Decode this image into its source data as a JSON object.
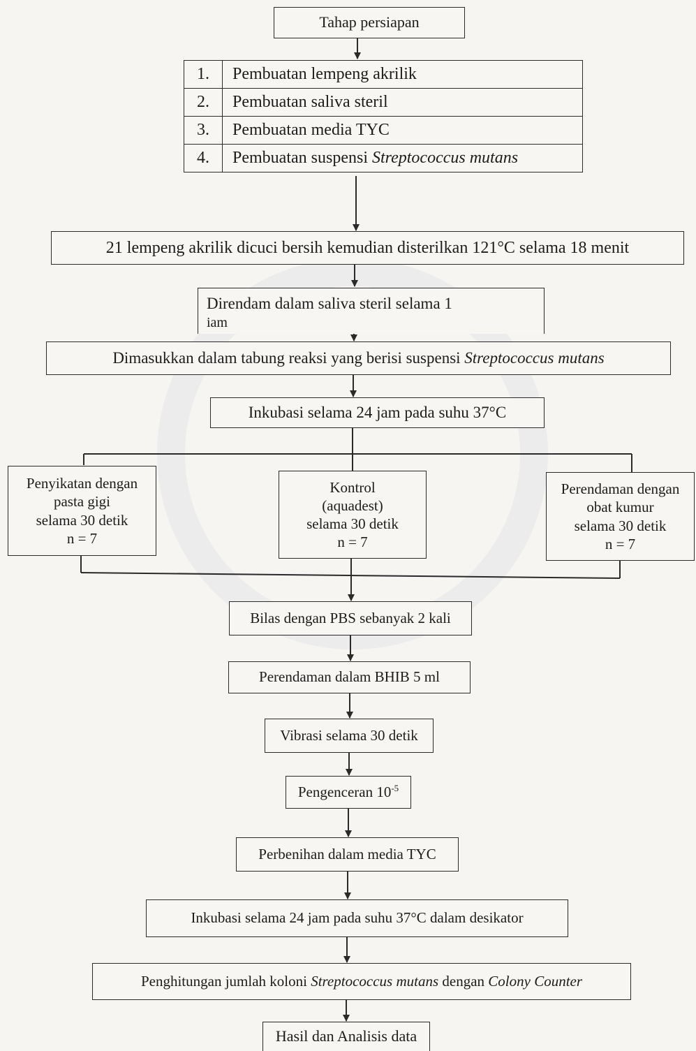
{
  "title_box": "Tahap persiapan",
  "preparation_steps": [
    {
      "num": "1.",
      "text": "Pembuatan lempeng akrilik"
    },
    {
      "num": "2.",
      "text": "Pembuatan saliva steril"
    },
    {
      "num": "3.",
      "text": "Pembuatan media TYC"
    },
    {
      "num": "4.",
      "text_plain": "Pembuatan suspensi ",
      "text_italic": "Streptococcus mutans"
    }
  ],
  "step_wash": "21 lempeng akrilik dicuci bersih kemudian disterilkan 121°C selama 18 menit",
  "step_saliva_line1": "Direndam dalam saliva steril selama 1",
  "step_saliva_line2": "iam",
  "step_tube_plain": "Dimasukkan dalam tabung reaksi yang berisi suspensi ",
  "step_tube_italic": "Streptococcus mutans",
  "step_incubate1": "Inkubasi selama 24 jam pada suhu 37°C",
  "groups": {
    "left": [
      "Penyikatan dengan",
      "pasta gigi",
      "selama 30 detik",
      "n = 7"
    ],
    "middle": [
      "Kontrol",
      "(aquadest)",
      "selama 30 detik",
      "n = 7"
    ],
    "right": [
      "Perendaman dengan",
      "obat kumur",
      "selama 30 detik",
      "n = 7"
    ]
  },
  "step_rinse": "Bilas dengan PBS sebanyak 2 kali",
  "step_bhib": "Perendaman dalam BHIB 5 ml",
  "step_vibrate": "Vibrasi selama 30 detik",
  "step_dilution_base": "Pengenceran 10",
  "step_dilution_exp": "-5",
  "step_culture": "Perbenihan dalam media TYC",
  "step_incubate2": "Inkubasi  selama 24 jam pada suhu  37°C dalam desikator",
  "step_count": {
    "part1": "Penghitungan jumlah koloni ",
    "italic1": "Streptococcus mutans",
    "part2": " dengan ",
    "italic2": "Colony Counter"
  },
  "step_result": "Hasil dan Analisis data",
  "colors": {
    "line": "#2a2a2a",
    "background": "#f6f5f1",
    "watermark": "#aab0d4"
  }
}
